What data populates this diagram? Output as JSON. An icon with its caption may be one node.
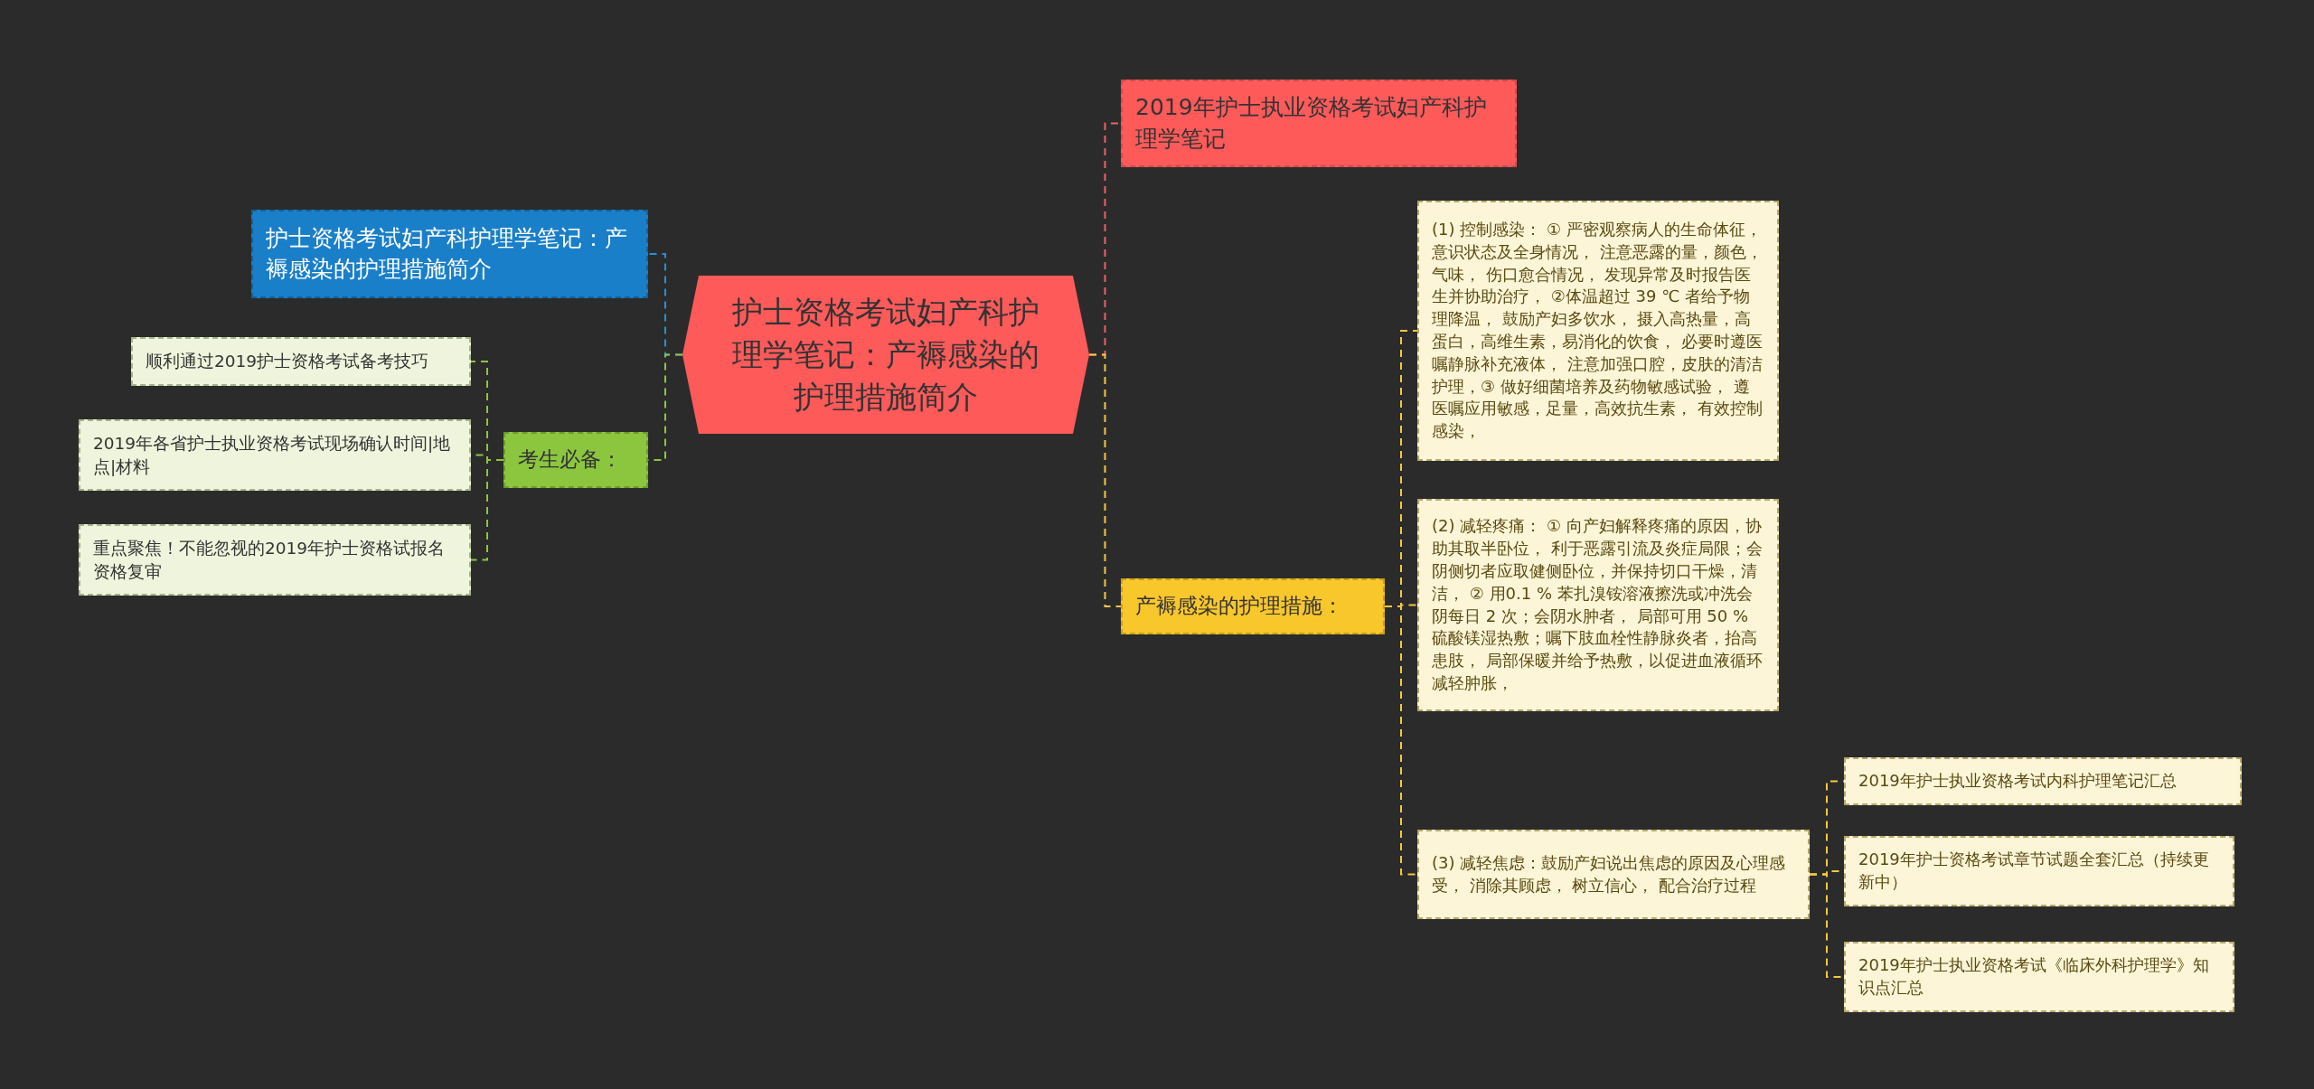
{
  "diagram": {
    "nodes": [
      {
        "text": [
          "护士资格考试妇产科护理学笔记：产褥感染的护理措施简介"
        ]
      },
      {
        "text": [
          "2019年护士执业资格考试妇产科护理学笔记"
        ]
      },
      {
        "text": [
          "产褥感染的护理措施："
        ]
      },
      {
        "text": [
          "(1) 控制感染： ① 严密观察病人的生命体征，意识状态及全身情况， 注意恶露的量，颜色，气味， 伤口愈合情况， 发现异常及时报告医生并协助治疗， ②体温超过 39 ℃ 者给予物理降温， 鼓励产妇多饮水， 摄入高热量，高蛋白，高维生素，易消化的饮食， 必要时遵医嘱静脉补充液体， 注意加强口腔，皮肤的清洁护理，③ 做好细菌培养及药物敏感试验， 遵医嘱应用敏感，足量，高效抗生素， 有效控制感染，"
        ]
      },
      {
        "text": [
          "(2) 减轻疼痛： ① 向产妇解释疼痛的原因，协助其取半卧位， 利于恶露引流及炎症局限；会阴侧切者应取健侧卧位，并保持切口干燥，清洁， ② 用0.1 % 苯扎溴铵溶液擦洗或冲洗会阴每日 2 次；会阴水肿者， 局部可用 50 % 硫酸镁湿热敷；嘱下肢血栓性静脉炎者，抬高患肢， 局部保暖并给予热敷，以促进血液循环减轻肿胀，"
        ]
      },
      {
        "text": [
          "(3) 减轻焦虑：鼓励产妇说出焦虑的原因及心理感受， 消除其顾虑， 树立信心， 配合治疗过程"
        ]
      },
      {
        "text": [
          "2019年护士执业资格考试内科护理笔记汇总"
        ]
      },
      {
        "text": [
          "2019年护士资格考试章节试题全套汇总（持续更新中）"
        ]
      },
      {
        "text": [
          "2019年护士执业资格考试《临床外科护理学》知识点汇总"
        ]
      },
      {
        "text": [
          "护士资格考试妇产科护理学笔记：产褥感染的护理措施简介"
        ]
      },
      {
        "text": [
          "考生必备："
        ]
      },
      {
        "text": [
          "顺利通过2019护士资格考试备考技巧"
        ]
      },
      {
        "text": [
          "2019年各省护士执业资格考试现场确认时间|地点|材料"
        ]
      },
      {
        "text": [
          "重点聚焦！不能忽视的2019年护士资格试报名资格复审"
        ]
      }
    ],
    "edges": [
      {
        "from": 0,
        "to": 1,
        "arrow": "none",
        "style": "dashed",
        "color": "#f0606a"
      },
      {
        "from": 0,
        "to": 2,
        "arrow": "none",
        "style": "dashed"
      },
      {
        "from": 2,
        "to": 3,
        "arrow": "none",
        "style": "dashed"
      },
      {
        "from": 2,
        "to": 4,
        "arrow": "none",
        "style": "dashed"
      },
      {
        "from": 2,
        "to": 5,
        "arrow": "none",
        "style": "dashed"
      },
      {
        "from": 5,
        "to": 6,
        "arrow": "none",
        "style": "dashed"
      },
      {
        "from": 5,
        "to": 7,
        "arrow": "none",
        "style": "dashed"
      },
      {
        "from": 5,
        "to": 8,
        "arrow": "none",
        "style": "dashed"
      },
      {
        "from": 0,
        "to": 9,
        "arrow": "none",
        "style": "dashed",
        "color": "#2a8fd8"
      },
      {
        "from": 0,
        "to": 10,
        "arrow": "none",
        "style": "dashed",
        "color": "#8cc63f"
      },
      {
        "from": 10,
        "to": 11,
        "arrow": "none",
        "style": "dashed",
        "color": "#8cc63f"
      },
      {
        "from": 10,
        "to": 12,
        "arrow": "none",
        "style": "dashed",
        "color": "#8cc63f"
      },
      {
        "from": 10,
        "to": 13,
        "arrow": "none",
        "style": "dashed",
        "color": "#8cc63f"
      }
    ]
  }
}
